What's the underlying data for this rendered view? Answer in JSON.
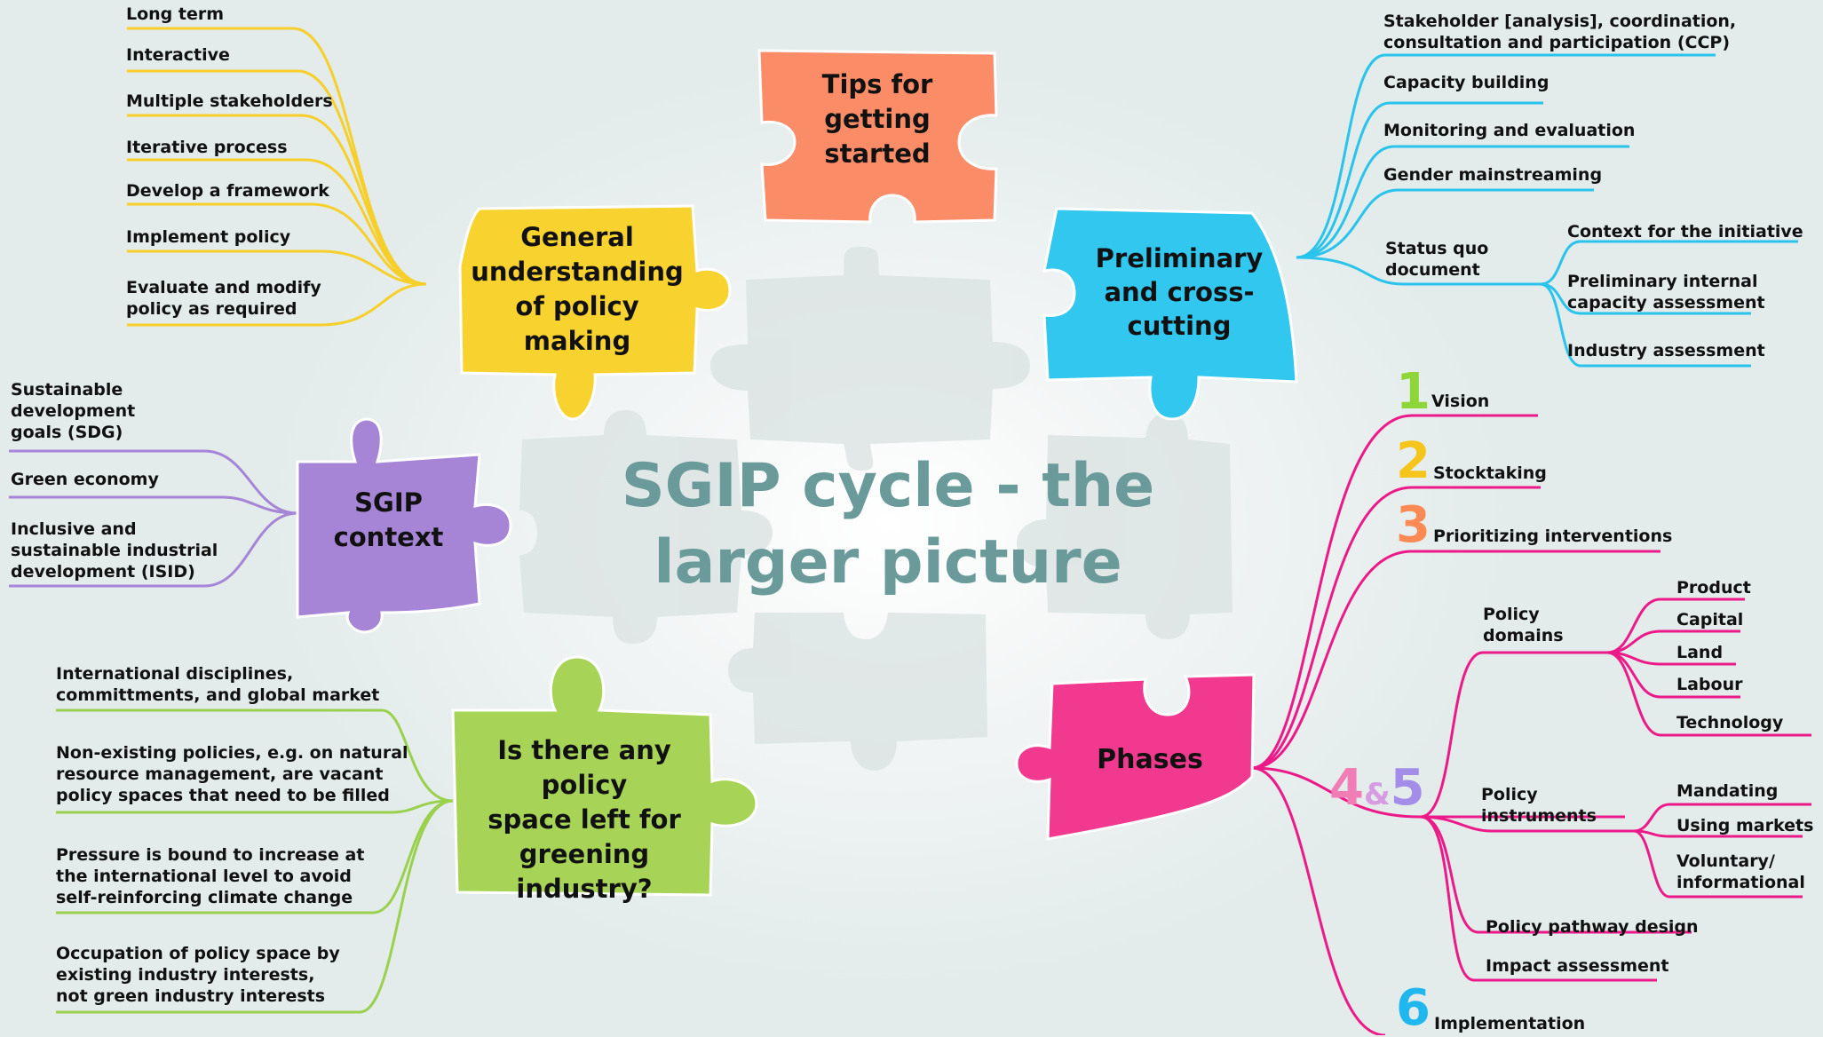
{
  "title": "SGIP cycle - the\nlarger picture",
  "colors": {
    "yellow": "#f7d02e",
    "orange": "#fb8c68",
    "cyan": "#2fc6ee",
    "purple": "#a685d6",
    "green": "#a6d455",
    "pink": "#f0378f",
    "title": "#6a9a9a"
  },
  "pieces": {
    "tips": "Tips for\ngetting\nstarted",
    "general": "General\nunderstanding\nof policy\nmaking",
    "preliminary": "Preliminary\nand cross-\ncutting",
    "context": "SGIP\ncontext",
    "space": "Is there any policy\nspace left for\ngreening\nindustry?",
    "phases": "Phases"
  },
  "general_items": [
    "Long term",
    "Interactive",
    "Multiple stakeholders",
    "Iterative process",
    "Develop a framework",
    "Implement policy",
    "Evaluate and modify\npolicy as required"
  ],
  "preliminary_items": [
    "Stakeholder [analysis], coordination,\nconsultation and participation (CCP)",
    "Capacity building",
    "Monitoring and evaluation",
    "Gender mainstreaming",
    "Status quo\ndocument"
  ],
  "status_quo_items": [
    "Context for the initiative",
    "Preliminary internal\ncapacity assessment",
    "Industry assessment"
  ],
  "context_items": [
    "Sustainable\ndevelopment\ngoals (SDG)",
    "Green economy",
    "Inclusive and\nsustainable industrial\ndevelopment (ISID)"
  ],
  "space_items": [
    "International disciplines,\ncommittments, and global market",
    "Non-existing policies, e.g. on natural\nresource management, are vacant\npolicy spaces that need to be filled",
    "Pressure is bound to increase at\nthe international level to avoid\nself-reinforcing climate change",
    "Occupation of policy space by\nexisting industry interests,\nnot green industry interests"
  ],
  "phases": {
    "p1_num": "1",
    "p1": "Vision",
    "p2_num": "2",
    "p2": "Stocktaking",
    "p3_num": "3",
    "p3": "Prioritizing interventions",
    "p45_a": "4",
    "p45_amp": "&",
    "p45_b": "5",
    "domains": "Policy\ndomains",
    "domain_items": [
      "Product",
      "Capital",
      "Land",
      "Labour",
      "Technology"
    ],
    "instruments": "Policy\ninstruments",
    "instrument_items": [
      "Mandating",
      "Using markets",
      "Voluntary/\ninformational"
    ],
    "pathway": "Policy pathway design",
    "impact": "Impact assessment",
    "p6_num": "6",
    "p6": "Implementation"
  }
}
